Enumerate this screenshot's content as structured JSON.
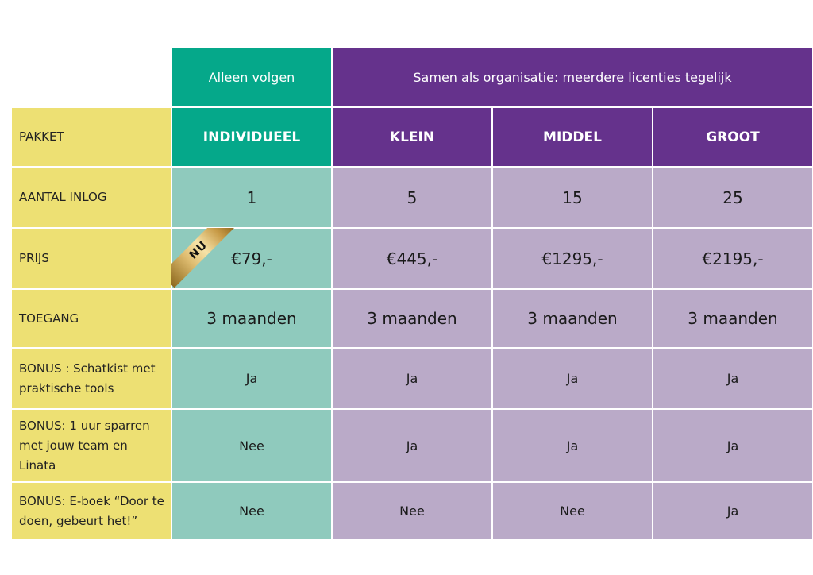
{
  "header": {
    "individual_group": "Alleen volgen",
    "organisation_group": "Samen als organisatie: meerdere licenties tegelijk"
  },
  "rows": {
    "pakket": {
      "label": "PAKKET",
      "values": [
        "INDIVIDUEEL",
        "KLEIN",
        "MIDDEL",
        "GROOT"
      ]
    },
    "inlog": {
      "label": "AANTAL INLOG",
      "values": [
        "1",
        "5",
        "15",
        "25"
      ]
    },
    "prijs": {
      "label": "PRIJS",
      "values": [
        "€79,-",
        "€445,-",
        "€1295,-",
        "€2195,-"
      ]
    },
    "toegang": {
      "label": "TOEGANG",
      "values": [
        "3 maanden",
        "3 maanden",
        "3 maanden",
        "3 maanden"
      ]
    },
    "bonus1": {
      "label": "BONUS : Schatkist met praktische tools",
      "values": [
        "Ja",
        "Ja",
        "Ja",
        "Ja"
      ]
    },
    "bonus2": {
      "label": "BONUS: 1 uur sparren met jouw team en Linata",
      "values": [
        "Nee",
        "Ja",
        "Ja",
        "Ja"
      ]
    },
    "bonus3": {
      "label": "BONUS: E-boek “Door te doen, gebeurt het!”",
      "values": [
        "Nee",
        "Nee",
        "Nee",
        "Ja"
      ]
    }
  },
  "badge": {
    "text": "NU"
  },
  "colors": {
    "teal_header": "#05a88a",
    "purple_header": "#65328c",
    "teal_cell": "#8fcabd",
    "purple_cell": "#baaac8",
    "label_cell": "#ede073"
  }
}
